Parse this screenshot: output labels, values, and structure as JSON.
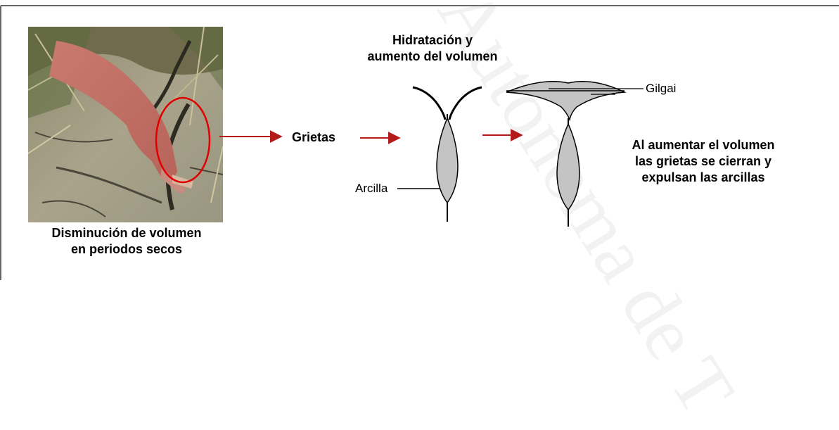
{
  "photo": {
    "caption_line1": "Disminución de volumen",
    "caption_line2": "en periodos secos"
  },
  "labels": {
    "grietas": "Grietas",
    "hidratacion_line1": "Hidratación y",
    "hidratacion_line2": "aumento del volumen",
    "arcilla": "Arcilla",
    "gilgai": "Gilgai",
    "result_line1": "Al aumentar el volumen",
    "result_line2": "las grietas se cierran y",
    "result_line3": "expulsan las arcillas"
  },
  "watermark": {
    "text": "Autónoma de T"
  },
  "colors": {
    "arrow_red": "#b31b1b",
    "highlight_circle": "#e00000",
    "clay_fill": "#c4c4c4",
    "outline": "#000000",
    "frame": "#333333"
  }
}
